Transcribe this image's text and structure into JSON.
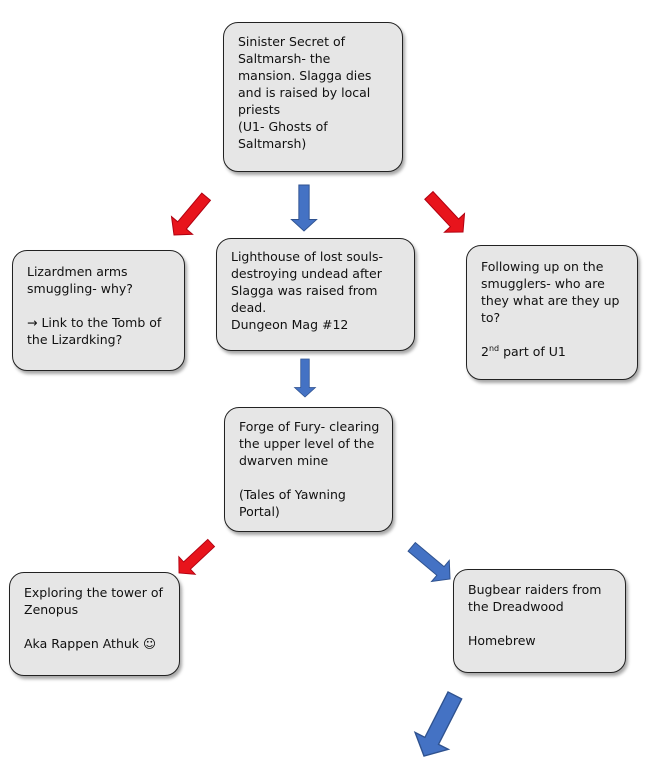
{
  "nodes": {
    "saltmarsh": {
      "lines": [
        "Sinister Secret of",
        "Saltmarsh- the",
        "mansion. Slagga dies",
        "and is raised by local",
        "priests",
        "(U1- Ghosts of",
        "Saltmarsh)"
      ]
    },
    "lizardmen": {
      "lines": [
        "Lizardmen arms",
        "smuggling- why?",
        "",
        "→ Link to the Tomb of",
        "the Lizardking?"
      ]
    },
    "lighthouse": {
      "lines": [
        "Lighthouse of lost souls-",
        "destroying undead after",
        "Slagga was raised from",
        "dead.",
        "Dungeon Mag #12"
      ]
    },
    "smugglers": {
      "lines": [
        "Following up on the",
        "smugglers- who are",
        "they what are they up",
        "to?",
        ""
      ],
      "part_num": "2",
      "part_sup": "nd",
      "part_rest": " part of U1"
    },
    "forge": {
      "lines": [
        "Forge of Fury- clearing",
        "the upper level of the",
        "dwarven mine",
        "",
        "(Tales of Yawning",
        "Portal)"
      ]
    },
    "zenopus": {
      "lines": [
        "Exploring the tower of",
        "Zenopus",
        "",
        "Aka Rappen Athuk ☺"
      ]
    },
    "bugbear": {
      "lines": [
        "Bugbear raiders from",
        "the Dreadwood",
        "",
        "Homebrew"
      ]
    }
  },
  "colors": {
    "red_arrow": "#e8141c",
    "blue_arrow": "#4472c4",
    "box_fill": "#e6e6e6"
  },
  "edges": [
    {
      "from": "saltmarsh",
      "to": "lizardmen",
      "color": "red"
    },
    {
      "from": "saltmarsh",
      "to": "lighthouse",
      "color": "blue"
    },
    {
      "from": "saltmarsh",
      "to": "smugglers",
      "color": "red"
    },
    {
      "from": "lighthouse",
      "to": "forge",
      "color": "blue"
    },
    {
      "from": "forge",
      "to": "zenopus",
      "color": "red"
    },
    {
      "from": "forge",
      "to": "bugbear",
      "color": "blue"
    },
    {
      "from": "bugbear",
      "to": "",
      "color": "blue"
    }
  ]
}
